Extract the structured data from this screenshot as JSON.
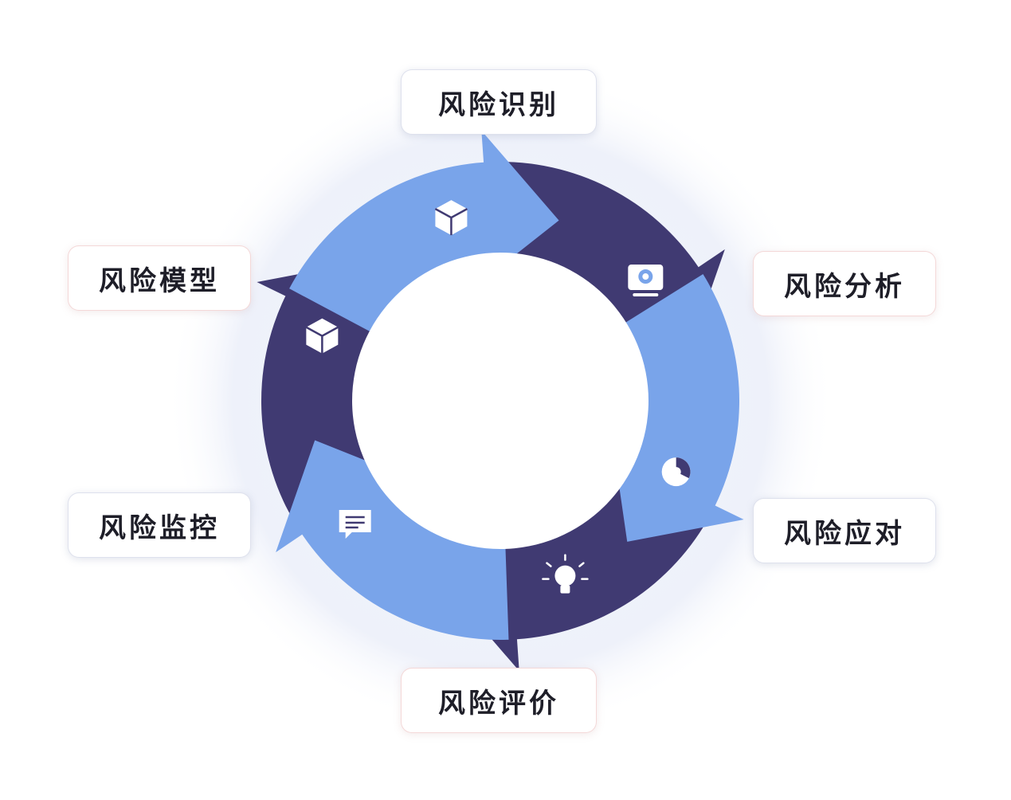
{
  "diagram": {
    "type": "cycle",
    "colors": {
      "dark_segment": "#403a72",
      "light_segment": "#79a4ea",
      "halo": "#eef1fa",
      "label_text": "#1e1e28"
    },
    "stages": [
      {
        "label": "风险识别",
        "icon": "cube-icon",
        "segment": "light"
      },
      {
        "label": "风险分析",
        "icon": "monitor-icon",
        "segment": "dark"
      },
      {
        "label": "风险应对",
        "icon": "pie-chart-icon",
        "segment": "light"
      },
      {
        "label": "风险评价",
        "icon": "lightbulb-icon",
        "segment": "dark"
      },
      {
        "label": "风险监控",
        "icon": "chat-icon",
        "segment": "light"
      },
      {
        "label": "风险模型",
        "icon": "cube-icon",
        "segment": "dark"
      }
    ]
  }
}
